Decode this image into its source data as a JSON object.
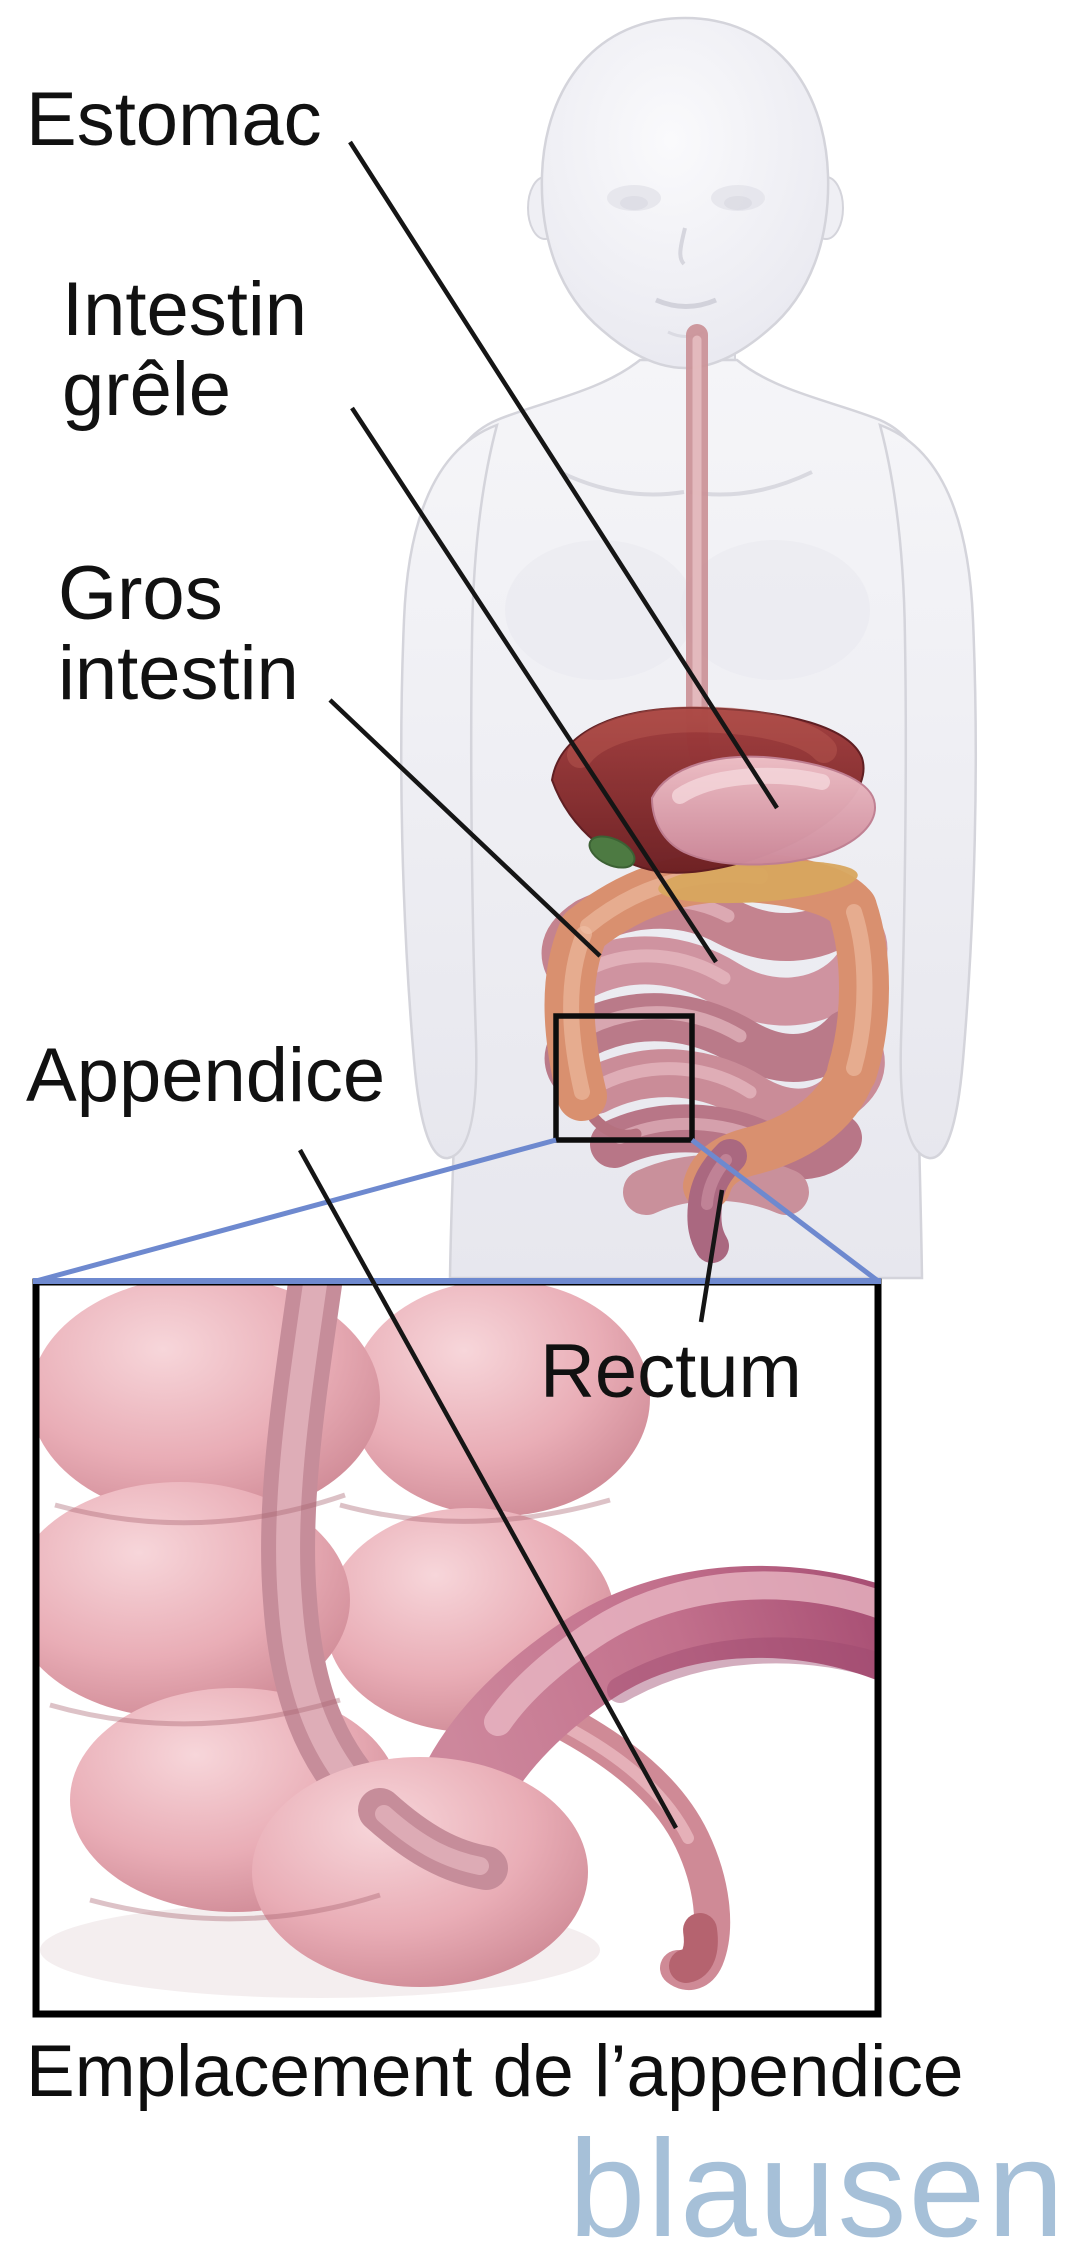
{
  "labels": {
    "estomac": "Estomac",
    "intestin_grele": "Intestin\ngrêle",
    "gros_intestin": "Gros\nintestin",
    "appendice": "Appendice",
    "rectum": "Rectum"
  },
  "caption": "Emplacement de l’appendice",
  "brand": "blausen",
  "colors": {
    "leader_line": "#151515",
    "zoom_square_outline": "#0d0d0d",
    "zoom_connector_blue": "#6e89cf",
    "inset_border": "#000000",
    "brand_blue": "#a6c0d8",
    "liver_red": "#8e3136",
    "stomach_pink": "#e2aab4",
    "small_intestine_mauve": "#c4838f",
    "large_intestine_salmon": "#d9906f",
    "inset_colon_pink": "#eab0b8",
    "appendix_pink": "#cf8a96"
  }
}
